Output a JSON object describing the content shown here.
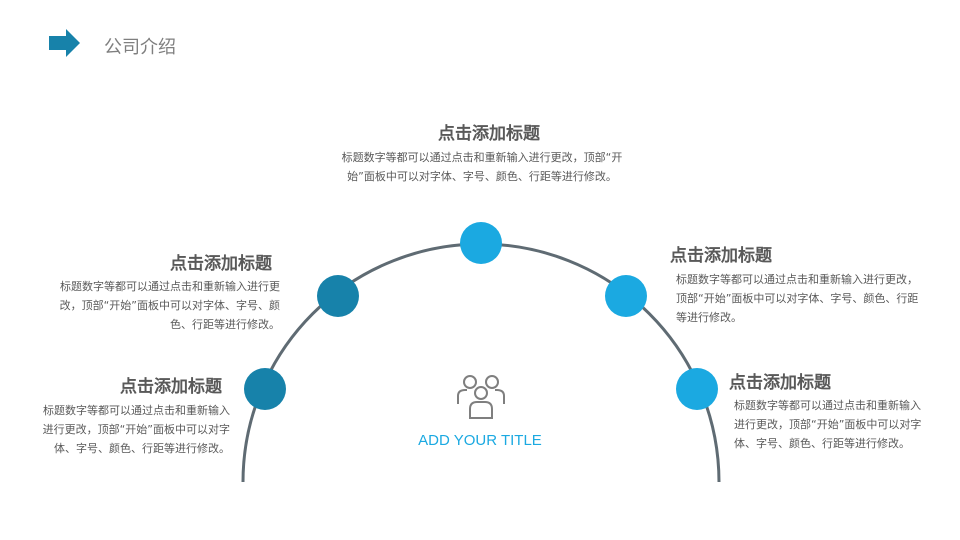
{
  "header": {
    "title": "公司介绍",
    "icon": "arrow-right-icon"
  },
  "colors": {
    "dark": "#1782aa",
    "light": "#1ba9e1",
    "arc": "#5f6b73"
  },
  "center": {
    "title": "ADD YOUR  TITLE",
    "icon": "people-group-icon"
  },
  "items": [
    {
      "title": "点击添加标题",
      "desc": "标题数字等都可以通过点击和重新输入进行更改，顶部“开始”面板中可以对字体、字号、颜色、行距等进行修改。"
    },
    {
      "title": "点击添加标题",
      "desc": "标题数字等都可以通过点击和重新输入进行更改，顶部“开始”面板中可以对字体、字号、颜色、行距等进行修改。"
    },
    {
      "title": "点击添加标题",
      "desc": "标题数字等都可以通过点击和重新输入进行更改，顶部“开始”面板中可以对字体、字号、颜色、行距等进行修改。"
    },
    {
      "title": "点击添加标题",
      "desc": "标题数字等都可以通过点击和重新输入进行更改，顶部“开始”面板中可以对字体、字号、颜色、行距等进行修改。"
    },
    {
      "title": "点击添加标题",
      "desc": "标题数字等都可以通过点击和重新输入进行更改，顶部“开始”面板中可以对字体、字号、颜色、行距等进行修改。"
    }
  ]
}
